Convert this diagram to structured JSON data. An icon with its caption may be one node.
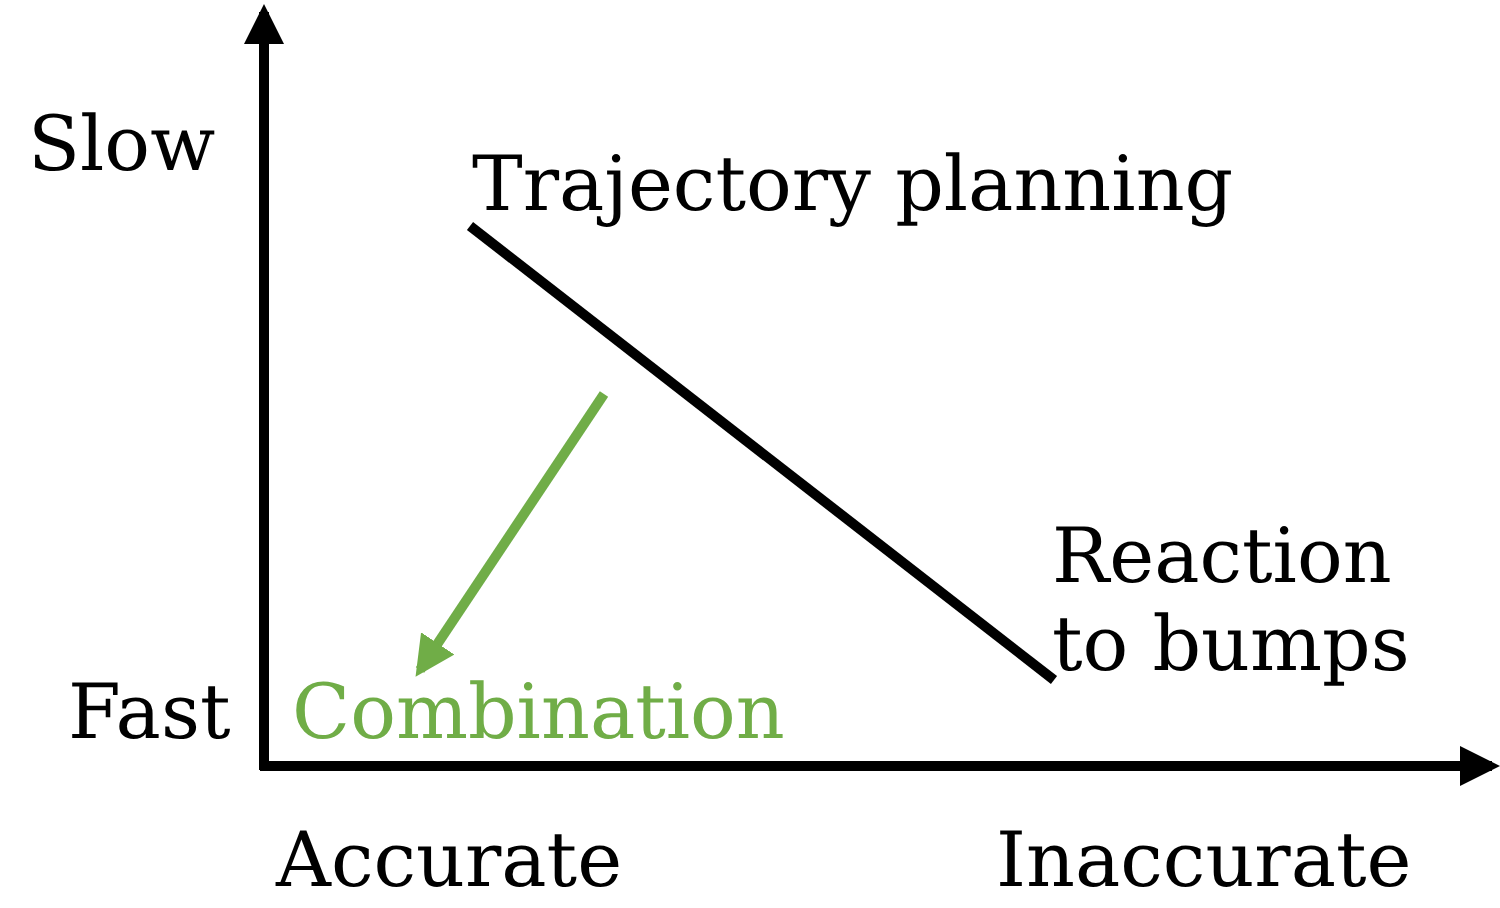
{
  "diagram": {
    "nodes": [
      {
        "text": [
          "Trajectory planning"
        ]
      },
      {
        "text": [
          "Reaction to bumps"
        ]
      },
      {
        "text": [
          "Combination"
        ]
      }
    ],
    "edges": [
      {
        "from": 0,
        "to": 1,
        "arrow": "none"
      },
      {
        "from": null,
        "to": 2,
        "arrow": "to",
        "color": "#70ad47"
      }
    ],
    "labels": [
      "Slow",
      "Fast",
      "Accurate",
      "Inaccurate"
    ]
  }
}
